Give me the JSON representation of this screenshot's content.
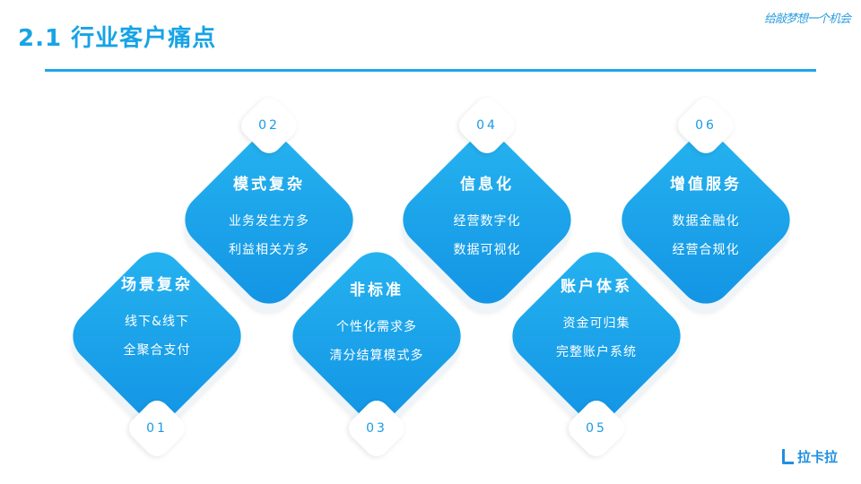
{
  "header": {
    "title": "2.1 行业客户痛点",
    "slogan": "给敲梦想一个机会"
  },
  "logo": {
    "text": "拉卡拉"
  },
  "cards": [
    {
      "num": "01",
      "title": "场景复杂",
      "lines": [
        "线下&线下",
        "全聚合支付"
      ]
    },
    {
      "num": "02",
      "title": "模式复杂",
      "lines": [
        "业务发生方多",
        "利益相关方多"
      ]
    },
    {
      "num": "03",
      "title": "非标准",
      "lines": [
        "个性化需求多",
        "清分结算模式多"
      ]
    },
    {
      "num": "04",
      "title": "信息化",
      "lines": [
        "经营数字化",
        "数据可视化"
      ]
    },
    {
      "num": "05",
      "title": "账户体系",
      "lines": [
        "资金可归集",
        "完整账户系统"
      ]
    },
    {
      "num": "06",
      "title": "增值服务",
      "lines": [
        "数据金融化",
        "经营合规化"
      ]
    }
  ]
}
